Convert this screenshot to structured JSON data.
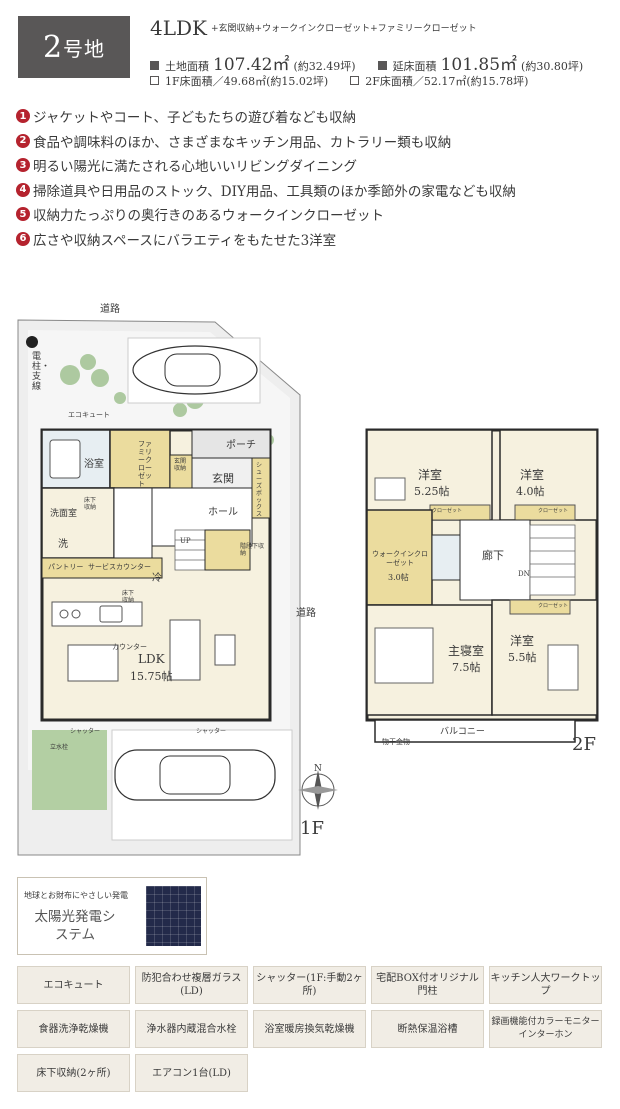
{
  "header": {
    "lot_number": "2",
    "lot_suffix": "号地",
    "layout": "4LDK",
    "layout_extras": "+玄関収納+ウォークインクローゼット+ファミリークローゼット",
    "land_area_label": "土地面積",
    "land_area_value": "107.42㎡",
    "land_area_tsubo": "(約32.49坪)",
    "floor_area_label": "延床面積",
    "floor_area_value": "101.85㎡",
    "floor_area_tsubo": "(約30.80坪)",
    "floor1_area": "1F床面積／49.68㎡(約15.02坪)",
    "floor2_area": "2F床面積／52.17㎡(約15.78坪)"
  },
  "features": [
    {
      "num": "1",
      "text": "ジャケットやコート、子どもたちの遊び着なども収納"
    },
    {
      "num": "2",
      "text": "食品や調味料のほか、さまざまなキッチン用品、カトラリー類も収納"
    },
    {
      "num": "3",
      "text": "明るい陽光に満たされる心地いいリビングダイニング"
    },
    {
      "num": "4",
      "text": "掃除道具や日用品のストック、DIY用品、工具類のほか季節外の家電なども収納"
    },
    {
      "num": "5",
      "text": "収納力たっぷりの奥行きのあるウォークインクローゼット"
    },
    {
      "num": "6",
      "text": "広さや収納スペースにバラエティをもたせた3洋室"
    }
  ],
  "plan1f": {
    "road_top": "道路",
    "road_right": "道路",
    "utility_pole": "電柱・支線",
    "ecocute": "エコキュート",
    "bath": "浴室",
    "family_closet": "ファミリークローゼット",
    "entrance_storage": "玄関収納",
    "porch": "ポーチ",
    "entrance": "玄関",
    "shoebox": "シューズボックス",
    "washroom": "洗面室",
    "underfloor": "床下収納",
    "wash": "洗",
    "hall": "ホール",
    "up": "UP",
    "pantry": "パントリー",
    "service_counter": "サービスカウンター",
    "fridge": "冷",
    "stair_storage": "階段下収納",
    "underfloor2": "床下収納",
    "counter": "カウンター",
    "ldk": "LDK",
    "ldk_size": "15.75帖",
    "shutter_left": "シャッター",
    "shutter_right": "シャッター",
    "faucet": "立水栓",
    "floor_tag": "1F",
    "north": "N"
  },
  "plan2f": {
    "room_nw": "洋室",
    "room_nw_size": "5.25帖",
    "room_ne": "洋室",
    "room_ne_size": "4.0帖",
    "wic": "ウォークインクローゼット",
    "wic_size": "3.0帖",
    "corridor": "廊下",
    "dn": "DN",
    "closet1": "クローゼット",
    "closet2": "クローゼット",
    "closet3": "クローゼット",
    "master": "主寝室",
    "master_size": "7.5帖",
    "room_se": "洋室",
    "room_se_size": "5.5帖",
    "balcony": "バルコニー",
    "drying": "物干金物",
    "floor_tag": "2F"
  },
  "solar": {
    "caption": "地球とお財布にやさしい発電",
    "title": "太陽光発電システム"
  },
  "equipment": [
    "エコキュート",
    "防犯合わせ複層ガラス(LD)",
    "シャッター(1F:手動2ヶ所)",
    "宅配BOX付オリジナル門柱",
    "キッチン人大ワークトップ",
    "食器洗浄乾燥機",
    "浄水器内蔵混合水栓",
    "浴室暖房換気乾燥機",
    "断熱保温浴槽",
    "録画機能付カラーモニターインターホン",
    "床下収納(2ヶ所)",
    "エアコン1台(LD)"
  ],
  "colors": {
    "badge": "#595757",
    "accent": "#b5232e",
    "room": "#f6f1df",
    "storage": "#ebdc9e",
    "equip_bg": "#f1ede5"
  }
}
